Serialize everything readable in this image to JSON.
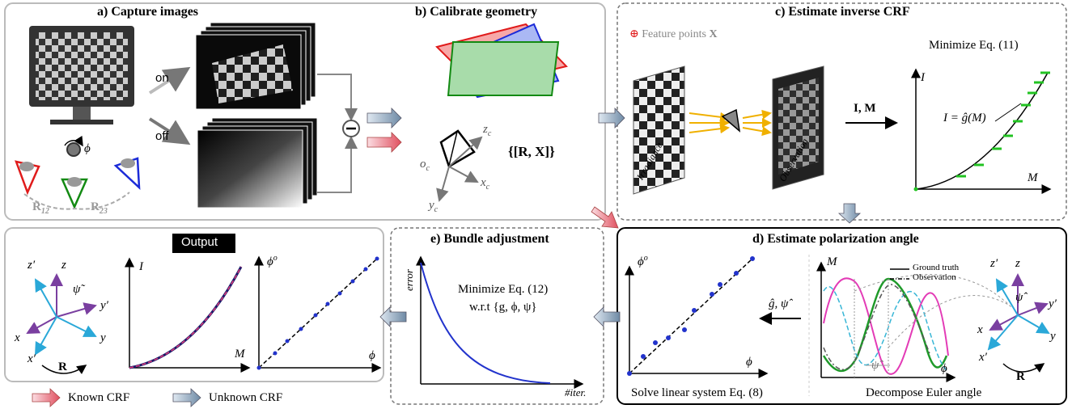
{
  "panel_a": {
    "title": "a) Capture images",
    "on": "on",
    "off": "off",
    "phi": "ϕ",
    "r12": "R",
    "r12_sub": "12",
    "r23": "R",
    "r23_sub": "23"
  },
  "panel_b": {
    "title": "b) Calibrate geometry",
    "zc": "z",
    "xc": "x",
    "yc": "y",
    "oc": "o",
    "c_sub": "c",
    "rx": "{[R, X]}"
  },
  "panel_c": {
    "title": "c) Estimate inverse CRF",
    "feature_symbol": "⊕",
    "feature_text": "Feature points",
    "feature_X": "X",
    "minimize": "Minimize Eq. (11)",
    "irradiance": "Irradiance",
    "observation": "Observation",
    "im": "I, M",
    "I": "I",
    "M": "M",
    "eq": "I = ĝ(M)"
  },
  "panel_d": {
    "title": "d) Estimate polarization angle",
    "phi_o": "ϕ",
    "phi_o_sup": "o",
    "phi": "ϕ",
    "ghat": "ĝ, ψ̂",
    "solve": "Solve linear system Eq. (8)",
    "decompose": "Decompose Euler angle",
    "M": "M",
    "legend_gt": "Ground truth",
    "legend_obs": "Observation",
    "psi_hat": "ψ̂",
    "z": "z",
    "zp": "z′",
    "x": "x",
    "xp": "x′",
    "y": "y",
    "yp": "y′",
    "R": "R"
  },
  "panel_e": {
    "title": "e) Bundle adjustment",
    "error": "error",
    "iter": "#iter.",
    "minimize": "Minimize Eq. (12)",
    "wrt": "w.r.t {g, ϕ, ψ}"
  },
  "output": {
    "label": "Output",
    "I": "I",
    "M": "M",
    "phi_o": "ϕ",
    "phi_o_sup": "o",
    "phi": "ϕ",
    "z": "z",
    "zp": "z′",
    "x": "x",
    "xp": "x′",
    "y": "y",
    "yp": "y′",
    "psi": "ψ̃",
    "R": "R"
  },
  "legend": {
    "known": "Known CRF",
    "unknown": "Unknown CRF"
  },
  "colors": {
    "known_arrow": "#e8707e",
    "unknown_arrow": "#7f9bb5",
    "green_curve": "#1f9a2a",
    "magenta_curve": "#e33bb6",
    "cyan_curve": "#38b6d6",
    "blue_points": "#2233cc"
  }
}
